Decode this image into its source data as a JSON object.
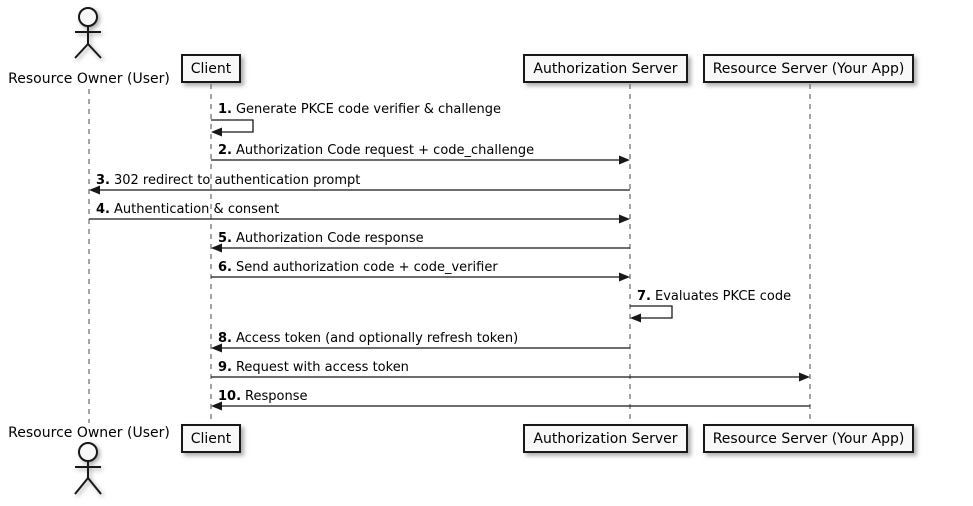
{
  "diagram_type": "uml-sequence",
  "colors": {
    "background": "#FFFFFF",
    "box_fill": "#F8F8F8",
    "box_border": "#181818",
    "line": "#181818",
    "lifeline": "#4A4A4A"
  },
  "participants": [
    {
      "id": "resource-owner",
      "label": "Resource Owner (User)",
      "type": "actor"
    },
    {
      "id": "client",
      "label": "Client",
      "type": "participant"
    },
    {
      "id": "auth-server",
      "label": "Authorization Server",
      "type": "participant"
    },
    {
      "id": "resource-server",
      "label": "Resource Server (Your App)",
      "type": "participant"
    }
  ],
  "messages": [
    {
      "num": "1.",
      "text": "Generate PKCE code verifier & challenge",
      "from": "client",
      "to": "client"
    },
    {
      "num": "2.",
      "text": "Authorization Code request + code_challenge",
      "from": "client",
      "to": "auth-server"
    },
    {
      "num": "3.",
      "text": "302 redirect to authentication prompt",
      "from": "auth-server",
      "to": "resource-owner"
    },
    {
      "num": "4.",
      "text": "Authentication & consent",
      "from": "resource-owner",
      "to": "auth-server"
    },
    {
      "num": "5.",
      "text": "Authorization Code response",
      "from": "auth-server",
      "to": "client"
    },
    {
      "num": "6.",
      "text": "Send authorization code + code_verifier",
      "from": "client",
      "to": "auth-server"
    },
    {
      "num": "7.",
      "text": "Evaluates PKCE code",
      "from": "auth-server",
      "to": "auth-server"
    },
    {
      "num": "8.",
      "text": "Access token (and optionally refresh token)",
      "from": "auth-server",
      "to": "client"
    },
    {
      "num": "9.",
      "text": "Request with access token",
      "from": "client",
      "to": "resource-server"
    },
    {
      "num": "10.",
      "text": "Response",
      "from": "resource-server",
      "to": "client"
    }
  ]
}
